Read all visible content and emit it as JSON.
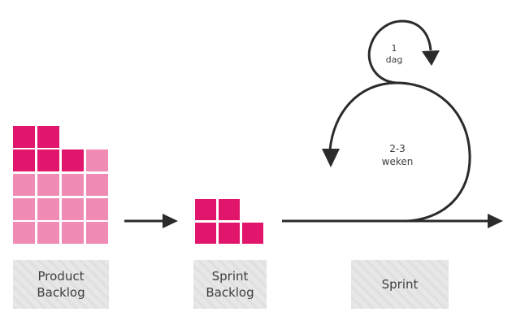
{
  "colors": {
    "block_dark": "#e0156b",
    "block_light": "#f08bb5",
    "arrow": "#2b2b2b",
    "label_bg": "#e7e7e7",
    "label_text": "#3f3f3f"
  },
  "product_backlog": {
    "label_line1": "Product",
    "label_line2": "Backlog"
  },
  "sprint_backlog": {
    "label_line1": "Sprint",
    "label_line2": "Backlog"
  },
  "sprint": {
    "label": "Sprint"
  },
  "daily_loop": {
    "line1": "1",
    "line2": "dag"
  },
  "sprint_loop": {
    "line1": "2-3",
    "line2": "weken"
  }
}
